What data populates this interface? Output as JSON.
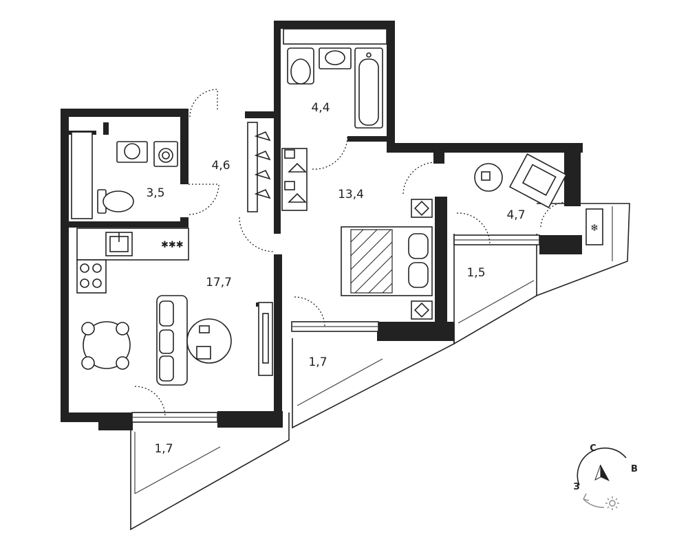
{
  "rooms": [
    {
      "id": "bathroom",
      "area": "4,4"
    },
    {
      "id": "hall",
      "area": "4,6"
    },
    {
      "id": "wc",
      "area": "3,5"
    },
    {
      "id": "bedroom",
      "area": "13,4"
    },
    {
      "id": "dressing",
      "area": "4,7"
    },
    {
      "id": "kitchen-living",
      "area": "17,7"
    },
    {
      "id": "balcony-bedroom-east",
      "area": "1,5"
    },
    {
      "id": "balcony-bedroom",
      "area": "1,7"
    },
    {
      "id": "balcony-living",
      "area": "1,7"
    }
  ],
  "compass": {
    "north": "С",
    "east": "В",
    "west": "З"
  },
  "icons": {
    "compass_arrow": "north-arrow-icon",
    "sun": "sun-icon",
    "snowflake": "air-conditioner-icon"
  }
}
